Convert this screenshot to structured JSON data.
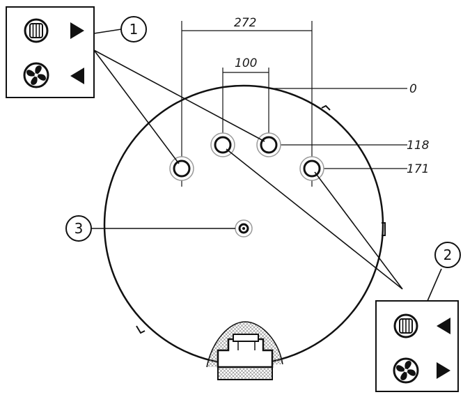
{
  "dimensions": {
    "outer_spacing": "272",
    "inner_spacing": "100"
  },
  "levels": {
    "top": "0",
    "mid": "118",
    "low": "171"
  },
  "callouts": {
    "one": "1",
    "two": "2",
    "three": "3"
  },
  "legend_1": {
    "row1_icon": "radiator-icon",
    "row1_arrow": "arrow-right-icon",
    "row2_icon": "fan-icon",
    "row2_arrow": "arrow-left-icon"
  },
  "legend_2": {
    "row1_icon": "radiator-icon",
    "row1_arrow": "arrow-left-icon",
    "row2_icon": "fan-icon",
    "row2_arrow": "arrow-right-icon"
  }
}
